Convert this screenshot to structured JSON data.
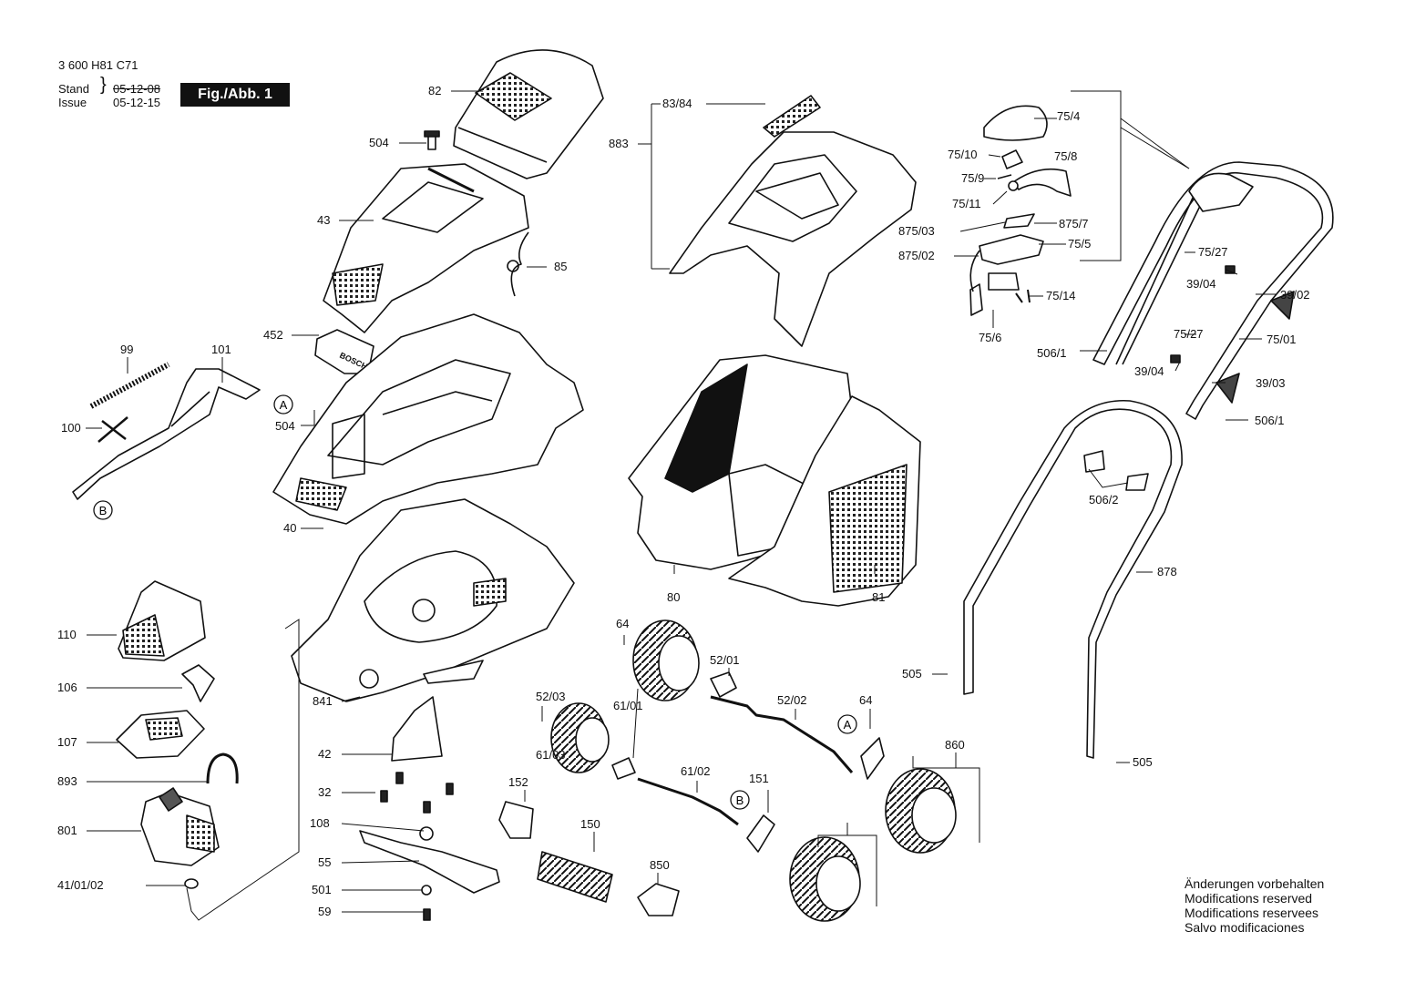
{
  "header": {
    "doc_number": "3 600 H81 C71",
    "stand_label": "Stand",
    "stand_date": "05-12-08",
    "issue_label": "Issue",
    "issue_date": "05-12-15",
    "figure_label": "Fig./Abb. 1"
  },
  "parts": [
    "82",
    "504",
    "43",
    "85",
    "452",
    "504",
    "40",
    "99",
    "101",
    "100",
    "83/84",
    "883",
    "80",
    "81",
    "75/4",
    "75/10",
    "75/8",
    "75/9",
    "75/11",
    "875/03",
    "875/7",
    "875/02",
    "75/5",
    "75/14",
    "75/6",
    "75/27",
    "39/04",
    "39/02",
    "75/27",
    "75/01",
    "506/1",
    "39/04",
    "39/03",
    "506/1",
    "506/2",
    "878",
    "505",
    "505",
    "110",
    "106",
    "107",
    "893",
    "801",
    "41/01/02",
    "841",
    "42",
    "32",
    "108",
    "55",
    "501",
    "59",
    "64",
    "52/03",
    "52/01",
    "52/02",
    "64",
    "61/03",
    "61/01",
    "61/02",
    "151",
    "152",
    "150",
    "850",
    "860"
  ],
  "markers": [
    "A",
    "B",
    "A",
    "B"
  ],
  "notes": [
    "Änderungen vorbehalten",
    "Modifications reserved",
    "Modifications reservees",
    "Salvo modificaciones"
  ],
  "brand_text": "BOSCH"
}
